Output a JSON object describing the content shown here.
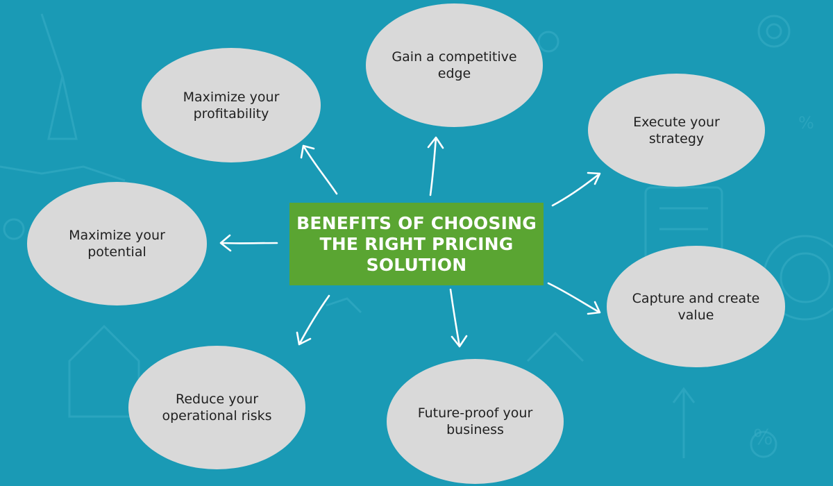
{
  "diagram": {
    "center_title": "BENEFITS OF CHOOSING THE RIGHT PRICING SOLUTION",
    "nodes": [
      {
        "id": "gain-edge",
        "label": "Gain a competitive edge"
      },
      {
        "id": "maximize-profitability",
        "label": "Maximize your profitability"
      },
      {
        "id": "execute-strategy",
        "label": "Execute your strategy"
      },
      {
        "id": "maximize-potential",
        "label": "Maximize your potential"
      },
      {
        "id": "capture-value",
        "label": "Capture and create value"
      },
      {
        "id": "reduce-risks",
        "label": "Reduce your operational risks"
      },
      {
        "id": "future-proof",
        "label": "Future-proof your business"
      }
    ]
  },
  "colors": {
    "background": "#1a9ab5",
    "center_box": "#5aa532",
    "bubble": "#d9d9d9",
    "arrow": "#ffffff"
  }
}
